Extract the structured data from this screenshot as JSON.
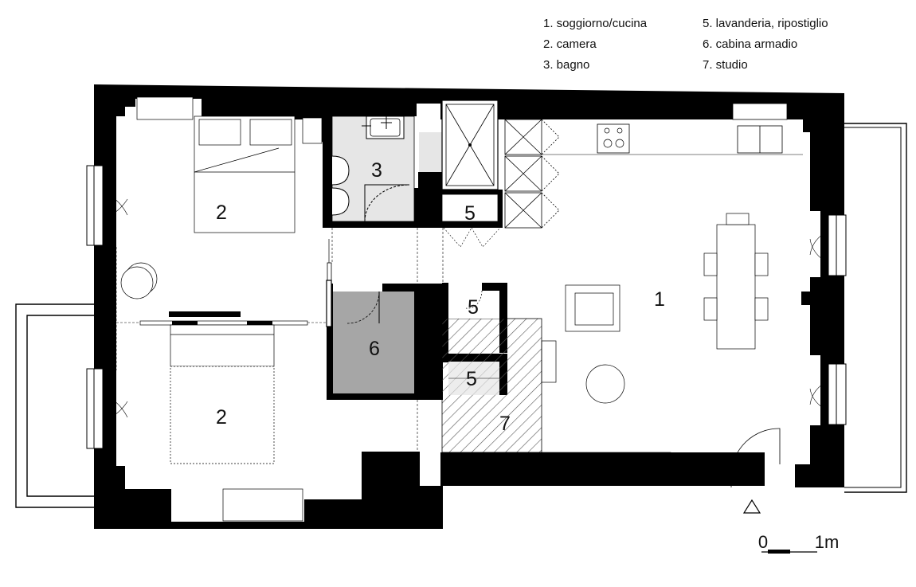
{
  "legend": {
    "left": [
      "1. soggiorno/cucina",
      "2. camera",
      "3. bagno"
    ],
    "right": [
      "5. lavanderia, ripostiglio",
      "6. cabina armadio",
      "7. studio"
    ]
  },
  "rooms": {
    "soggiorno": "1",
    "camera_top": "2",
    "camera_bottom": "2",
    "bagno": "3",
    "lavanderia_top": "5",
    "lavanderia_mid": "5",
    "lavanderia_low": "5",
    "cabina": "6",
    "studio": "7"
  },
  "scale": {
    "start": "0",
    "end": "1m"
  },
  "colors": {
    "wall": "#000000",
    "bath": "#e6e6e6",
    "closet": "#a6a6a6",
    "hatch": "#555555"
  }
}
